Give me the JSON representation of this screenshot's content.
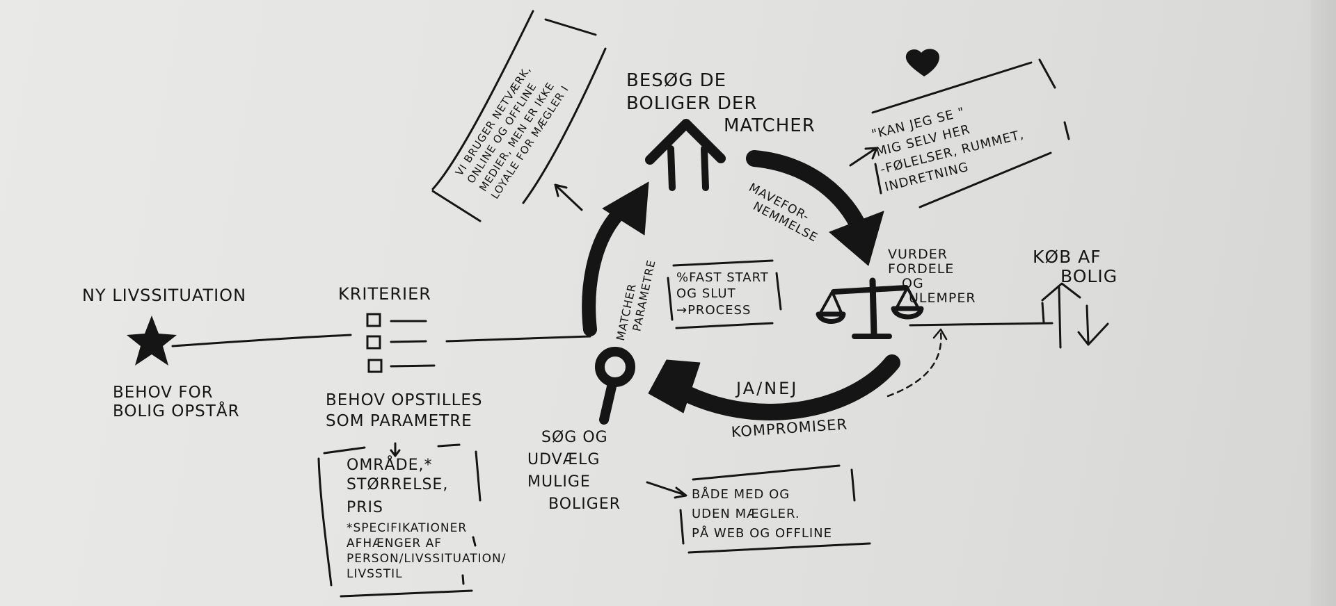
{
  "nodes": {
    "ny_livssituation": "NY LIVSSITUATION",
    "behov_for": [
      "BEHOV FOR",
      "BOLIG OPSTÅR"
    ],
    "kriterier": "KRITERIER",
    "behov_opstilles": [
      "BEHOV OPSTILLES",
      "SOM PARAMETRE"
    ],
    "omraade_box": [
      "OMRÅDE,*",
      "STØRRELSE,",
      "PRIS",
      "*SPECIFIKATIONER",
      "AFHÆNGER AF",
      "PERSON/LIVSSITUATION/",
      "LIVSSTIL"
    ],
    "soeg": [
      "SØG OG",
      "UDVÆLG",
      "MULIGE",
      "BOLIGER"
    ],
    "baade_box": [
      "BÅDE MED OG",
      "UDEN MÆGLER.",
      "PÅ WEB OG OFFLINE"
    ],
    "matcher": [
      "MATCHER",
      "PARAMETRE"
    ],
    "fast_start": [
      "%FAST START",
      "OG SLUT",
      "→PROCESS"
    ],
    "besoeg": [
      "BESØG DE",
      "BOLIGER DER",
      "MATCHER"
    ],
    "vi_bruger": [
      "VI BRUGER NETVÆRK,",
      "ONLINE OG OFFLINE",
      "MEDIER, MEN ER IKKE",
      "LOYALE FOR MÆGLER I"
    ],
    "maveforn": [
      "MAVEFOR-",
      "NEMMELSE"
    ],
    "kan_jeg": [
      "\"KAN JEG SE \"",
      "MIG SELV HER",
      "-FØLELSER, RUMMET,",
      "INDRETNING"
    ],
    "vurder": [
      "VURDER",
      "FORDELE",
      "OG",
      "ULEMPER"
    ],
    "ja_nej": "JA/NEJ",
    "kompromiser": "KOMPROMISER",
    "koeb": [
      "KØB AF",
      "BOLIG"
    ]
  },
  "icons": [
    "star-icon",
    "checkbox-icon",
    "magnifier-icon",
    "house-icon",
    "heart-icon",
    "scale-icon",
    "up-down-arrows-icon"
  ],
  "colors": {
    "ink": "#151515",
    "paper": "#e6e6e4"
  }
}
